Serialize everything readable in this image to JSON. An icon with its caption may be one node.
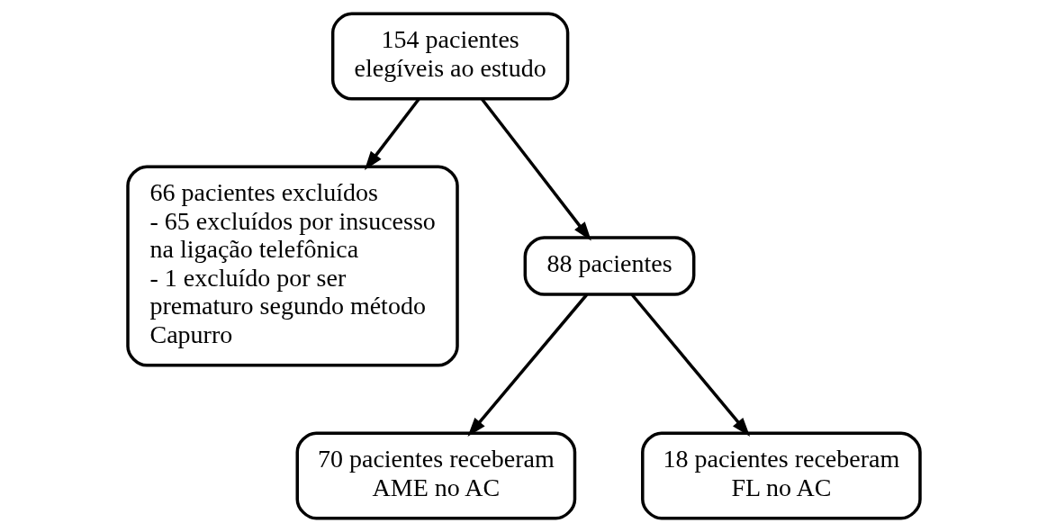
{
  "diagram": {
    "nodes": [
      {
        "text": [
          "154 pacientes elegíveis ao estudo"
        ]
      },
      {
        "text": [
          "66 pacientes excluídos",
          "- 65 excluídos por insucesso na ligação telefônica",
          "- 1 excluído por ser prematuro segundo método Capurro"
        ]
      },
      {
        "text": [
          "88 pacientes"
        ]
      },
      {
        "text": [
          "70 pacientes receberam AME no AC"
        ]
      },
      {
        "text": [
          "18 pacientes receberam FL no AC"
        ]
      }
    ],
    "edges": [
      {
        "from": 0,
        "to": 2,
        "arrow": "to"
      },
      {
        "from": 0,
        "to": 1,
        "arrow": "to"
      },
      {
        "from": 2,
        "to": 3,
        "arrow": "to"
      },
      {
        "from": 2,
        "to": 4,
        "arrow": "to"
      }
    ]
  }
}
